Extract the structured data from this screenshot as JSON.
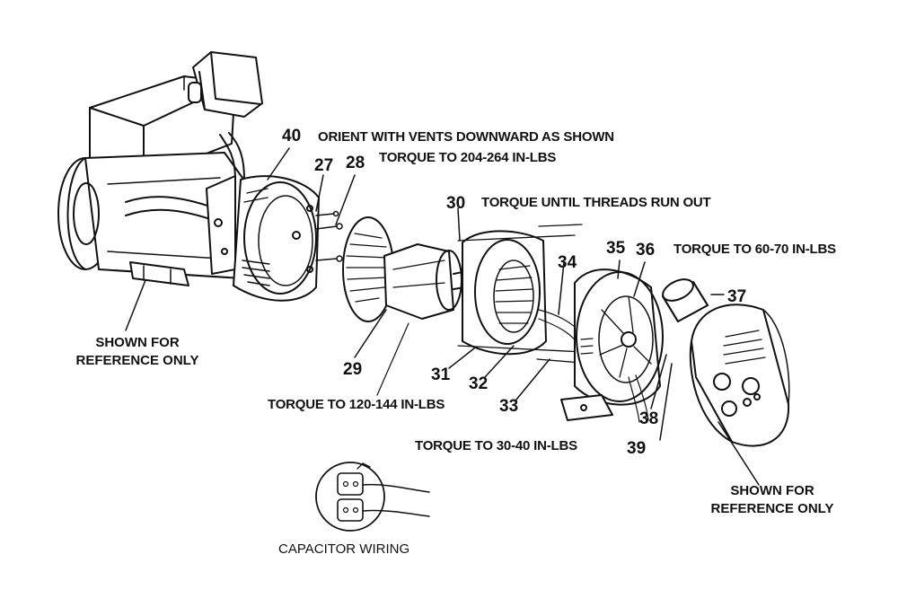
{
  "parts": {
    "p27": "27",
    "p28": "28",
    "p29": "29",
    "p30": "30",
    "p31": "31",
    "p32": "32",
    "p33": "33",
    "p34": "34",
    "p35": "35",
    "p36": "36",
    "p37": "37",
    "p38": "38",
    "p39": "39",
    "p40": "40"
  },
  "notes": {
    "orient_vents": "ORIENT WITH VENTS DOWNWARD AS SHOWN",
    "torque_204_264": "TORQUE TO 204-264 IN-LBS",
    "torque_threads": "TORQUE UNTIL THREADS RUN OUT",
    "torque_60_70": "TORQUE TO 60-70 IN-LBS",
    "torque_120_144": "TORQUE TO 120-144 IN-LBS",
    "torque_30_40": "TORQUE TO 30-40 IN-LBS"
  },
  "reference": {
    "left_line1": "SHOWN FOR",
    "left_line2": "REFERENCE ONLY",
    "right_line1": "SHOWN FOR",
    "right_line2": "REFERENCE ONLY"
  },
  "capacitor_label": "CAPACITOR WIRING",
  "colors": {
    "ink": "#111111",
    "paper": "#ffffff"
  }
}
